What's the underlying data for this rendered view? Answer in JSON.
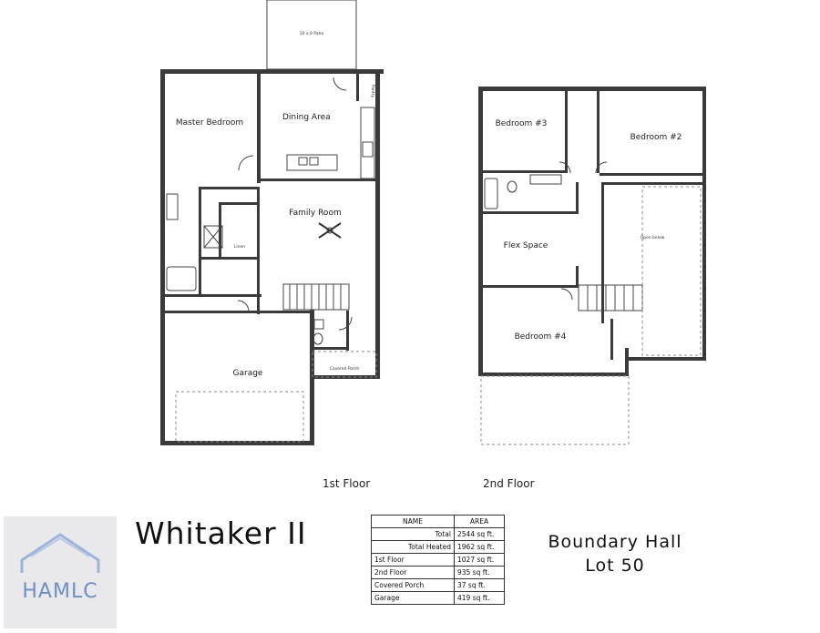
{
  "plan": {
    "first_floor": {
      "caption": "1st Floor",
      "rooms": {
        "master_bedroom": "Master Bedroom",
        "dining_area": "Dining Area",
        "family_room": "Family Room",
        "garage": "Garage",
        "covered_porch": "Covered Porch",
        "patio": "10 x 9 Patio",
        "pantry": "Pantry",
        "linen": "Linen"
      }
    },
    "second_floor": {
      "caption": "2nd Floor",
      "rooms": {
        "bedroom_3": "Bedroom #3",
        "bedroom_2": "Bedroom #2",
        "flex_space": "Flex Space",
        "bedroom_4": "Bedroom #4",
        "open_below": "Open below"
      }
    }
  },
  "title": "Whitaker II",
  "subdivision": {
    "line1": "Boundary Hall",
    "line2": "Lot 50"
  },
  "area_table": {
    "headers": [
      "NAME",
      "AREA"
    ],
    "rows": [
      {
        "name": "Total",
        "area": "2544 sq ft."
      },
      {
        "name": "Total Heated",
        "area": "1962 sq ft."
      },
      {
        "name": "1st Floor",
        "area": "1027 sq ft."
      },
      {
        "name": "2nd Floor",
        "area": "935 sq ft."
      },
      {
        "name": "Covered Porch",
        "area": "37 sq ft."
      },
      {
        "name": "Garage",
        "area": "419 sq ft."
      }
    ]
  },
  "logo": {
    "text": "HAMLC",
    "icon": "house-outline-icon",
    "color": "#6f8fc0"
  }
}
